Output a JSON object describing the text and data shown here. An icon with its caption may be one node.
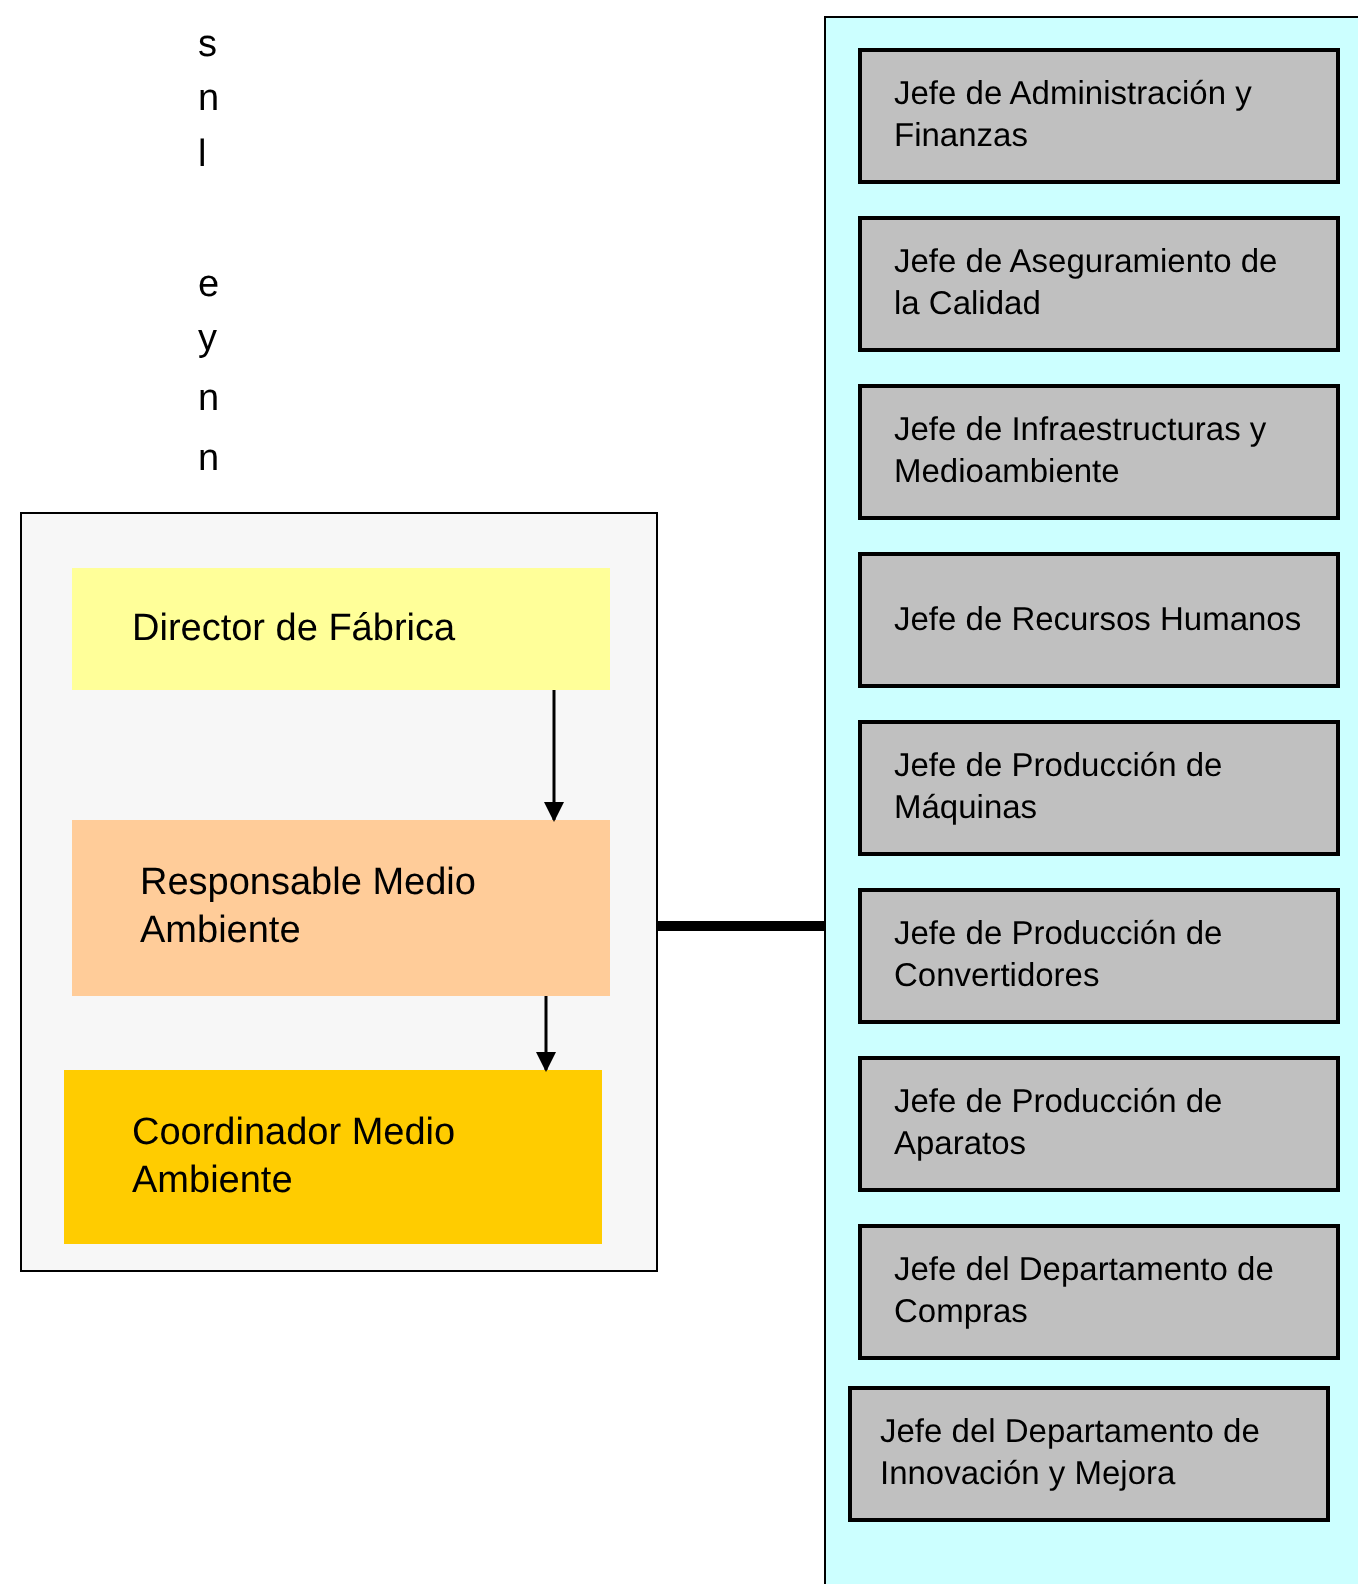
{
  "diagram": {
    "nodes": [
      {
        "text": [],
        "shape": "box"
      },
      {
        "text": [
          "Director de Fábrica"
        ],
        "in": 0
      },
      {
        "text": [
          "Responsable Medio Ambiente"
        ],
        "in": 0
      },
      {
        "text": [
          "Coordinador Medio Ambiente"
        ],
        "in": 0
      },
      {
        "text": [],
        "shape": "box"
      },
      {
        "text": [
          "Jefe de Administración y Finanzas"
        ],
        "in": 4
      },
      {
        "text": [
          "Jefe de Aseguramiento de la Calidad"
        ],
        "in": 4
      },
      {
        "text": [
          "Jefe de Infraestructuras y Medioambiente"
        ],
        "in": 4
      },
      {
        "text": [
          "Jefe de Recursos Humanos"
        ],
        "in": 4
      },
      {
        "text": [
          "Jefe de Producción de Máquinas"
        ],
        "in": 4
      },
      {
        "text": [
          "Jefe de Producción de Convertidores"
        ],
        "in": 4
      },
      {
        "text": [
          "Jefe de Producción de Aparatos"
        ],
        "in": 4
      },
      {
        "text": [
          "Jefe del Departamento de Compras"
        ],
        "in": 4
      },
      {
        "text": [
          "Jefe del Departamento de Innovación y Mejora"
        ],
        "in": 4
      }
    ],
    "edges": [
      {
        "from": 1,
        "to": 2,
        "arrow": "to"
      },
      {
        "from": 2,
        "to": 3,
        "arrow": "to"
      },
      {
        "from": 0,
        "to": 4,
        "arrow": "none",
        "style": "thick"
      }
    ],
    "labels": [
      "s",
      "n",
      "l",
      "e",
      "y",
      "n",
      "n"
    ]
  }
}
